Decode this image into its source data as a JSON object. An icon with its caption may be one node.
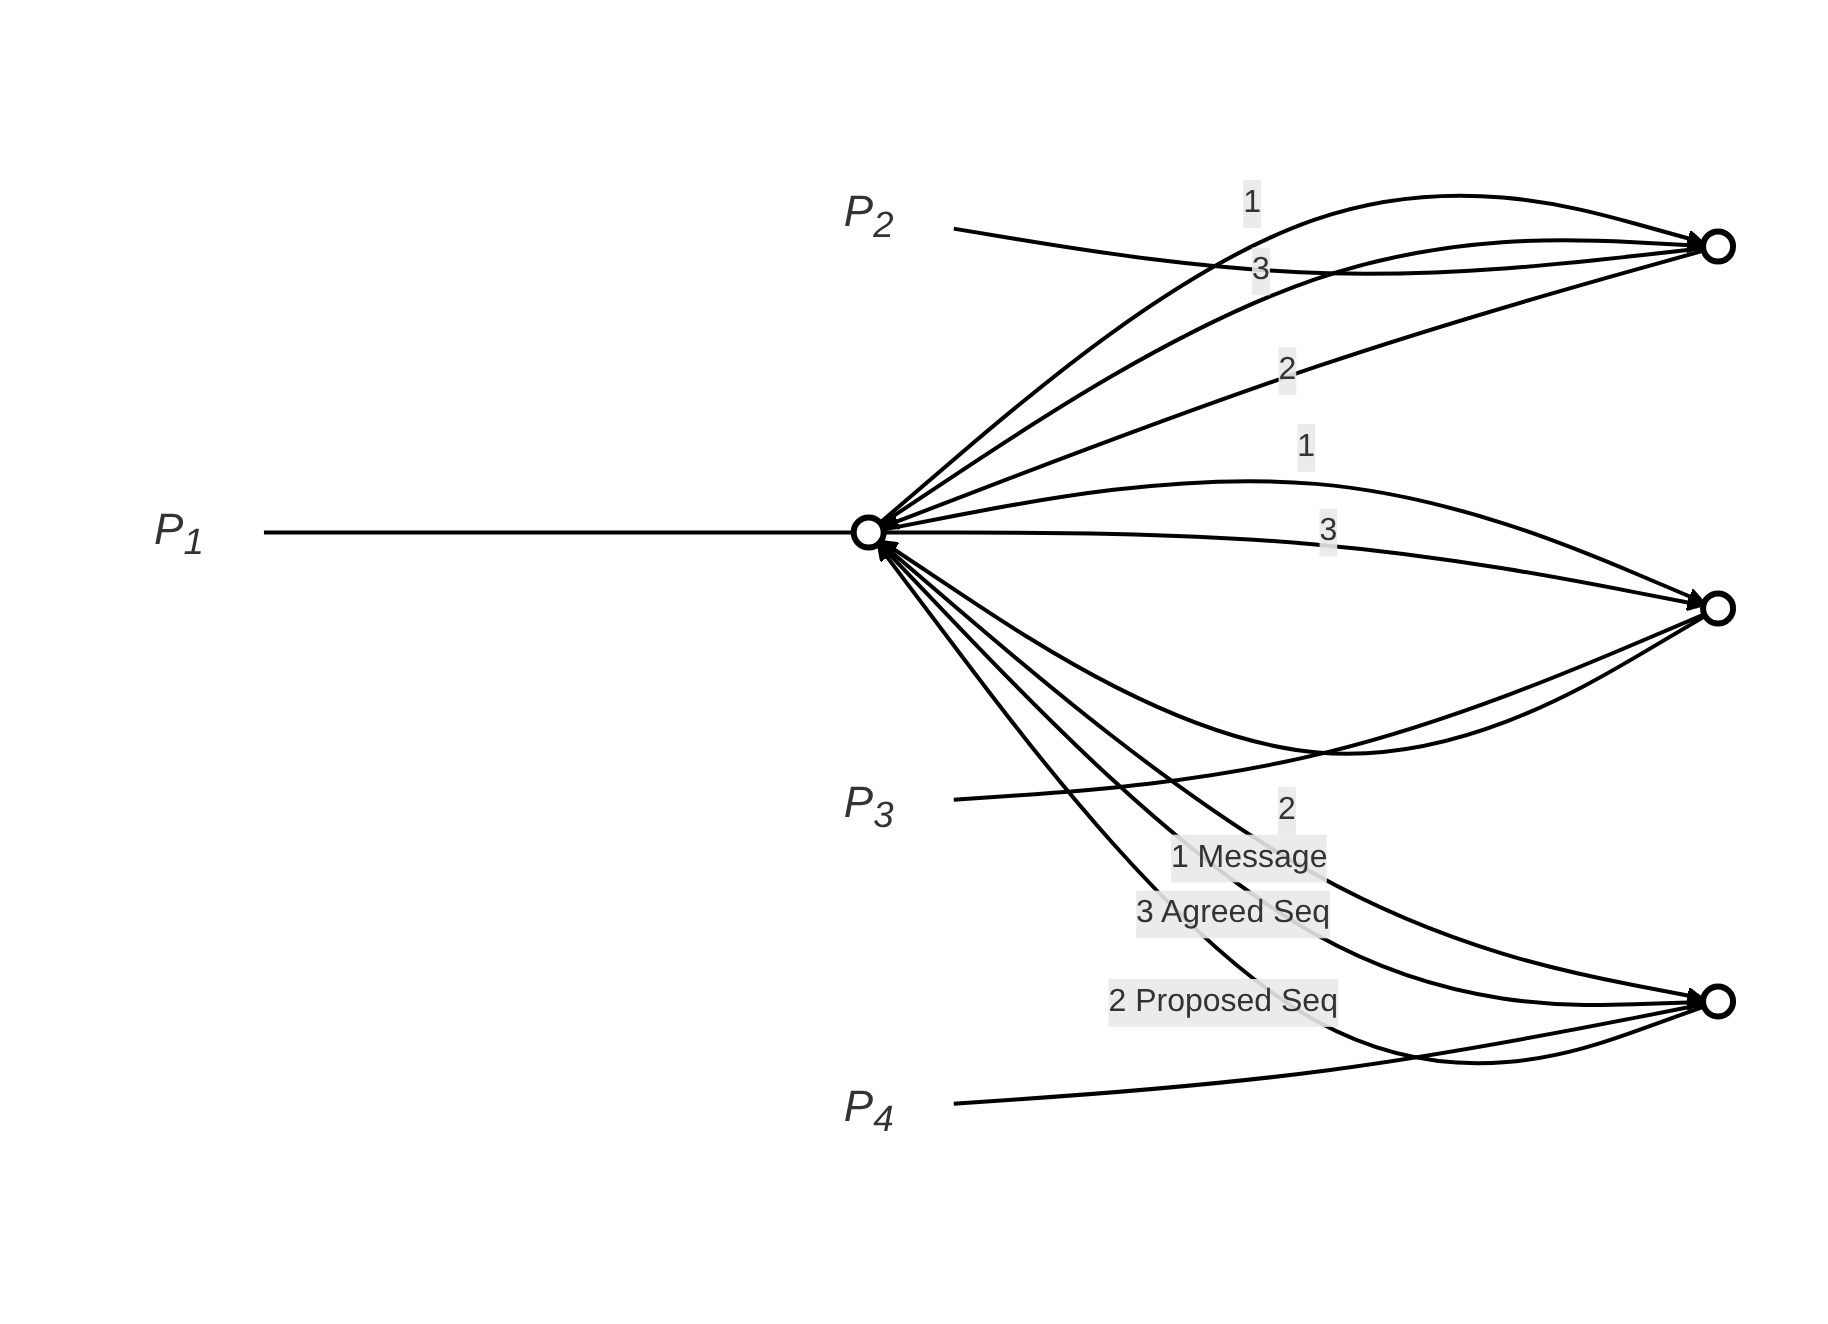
{
  "diagram": {
    "nodes": [
      {
        "text": [],
        "shape": "circle"
      },
      {
        "text": [],
        "shape": "circle"
      },
      {
        "text": [],
        "shape": "circle"
      },
      {
        "text": [],
        "shape": "circle"
      },
      {
        "text": [
          "P$_{1}$"
        ]
      },
      {
        "text": [
          "P$_{2}$"
        ]
      },
      {
        "text": [
          "P$_{3}$"
        ]
      },
      {
        "text": [
          "P$_{4}$"
        ]
      }
    ],
    "edges": [
      {
        "from": 0,
        "to": 1,
        "arrow": "to",
        "label": "1"
      },
      {
        "from": 1,
        "to": 0,
        "arrow": "to",
        "label": "2"
      },
      {
        "from": 0,
        "to": 1,
        "arrow": "to",
        "label": "3"
      },
      {
        "from": 0,
        "to": 2,
        "arrow": "to",
        "label": "1"
      },
      {
        "from": 2,
        "to": 0,
        "arrow": "to",
        "label": "2"
      },
      {
        "from": 0,
        "to": 2,
        "arrow": "to",
        "label": "3"
      },
      {
        "from": 0,
        "to": 3,
        "arrow": "to",
        "label": "1 Message"
      },
      {
        "from": 0,
        "to": 3,
        "arrow": "to",
        "label": "3 Agreed Seq"
      },
      {
        "from": 3,
        "to": 0,
        "arrow": "to",
        "label": "2 Proposed Seq"
      },
      {
        "from": 4,
        "to": 0,
        "arrow": "none"
      },
      {
        "from": 5,
        "to": 1,
        "arrow": "none"
      },
      {
        "from": 6,
        "to": 2,
        "arrow": "none"
      },
      {
        "from": 7,
        "to": 3,
        "arrow": "none"
      }
    ]
  }
}
